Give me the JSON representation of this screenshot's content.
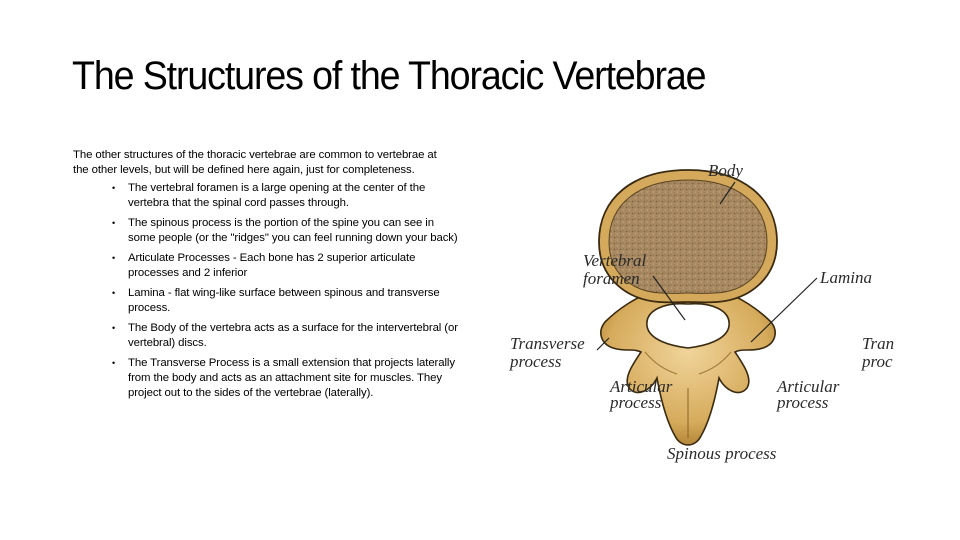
{
  "slide": {
    "title": "The Structures of the Thoracic Vertebrae",
    "intro": "The other structures of the thoracic vertebrae are common to vertebrae at the other levels, but will be defined here again, just for completeness.",
    "bullet_glyph": "•",
    "bullets": [
      "The vertebral foramen is a large opening at the center of the vertebra that the spinal cord passes through.",
      "The spinous process is the portion of the spine you can see in some people (or the \"ridges\" you can feel running down your back)",
      "Articulate Processes - Each bone has 2 superior articulate processes and 2 inferior",
      "Lamina - flat wing-like surface between spinous and transverse process.",
      "The Body of the vertebra acts as a surface for the intervertebral (or vertebral) discs.",
      "The Transverse Process is a small extension that projects laterally from the body and acts as an attachment site for muscles. They project out to the sides of the vertebrae (laterally)."
    ]
  },
  "figure": {
    "labels": {
      "body": "Body",
      "vertebral_foramen_1": "Vertebral",
      "vertebral_foramen_2": "foramen",
      "lamina": "Lamina",
      "transverse_left_1": "Transverse",
      "transverse_left_2": "process",
      "transverse_right_1": "Tran",
      "transverse_right_2": "proc",
      "articular_left_1": "Articular",
      "articular_left_2": "process",
      "articular_right_1": "Articular",
      "articular_right_2": "process",
      "spinous": "Spinous process"
    },
    "colors": {
      "bone": "#d9b36a",
      "bone_dark": "#a67a2e",
      "body_core": "#a88a60",
      "outline": "#3a2a10"
    }
  }
}
